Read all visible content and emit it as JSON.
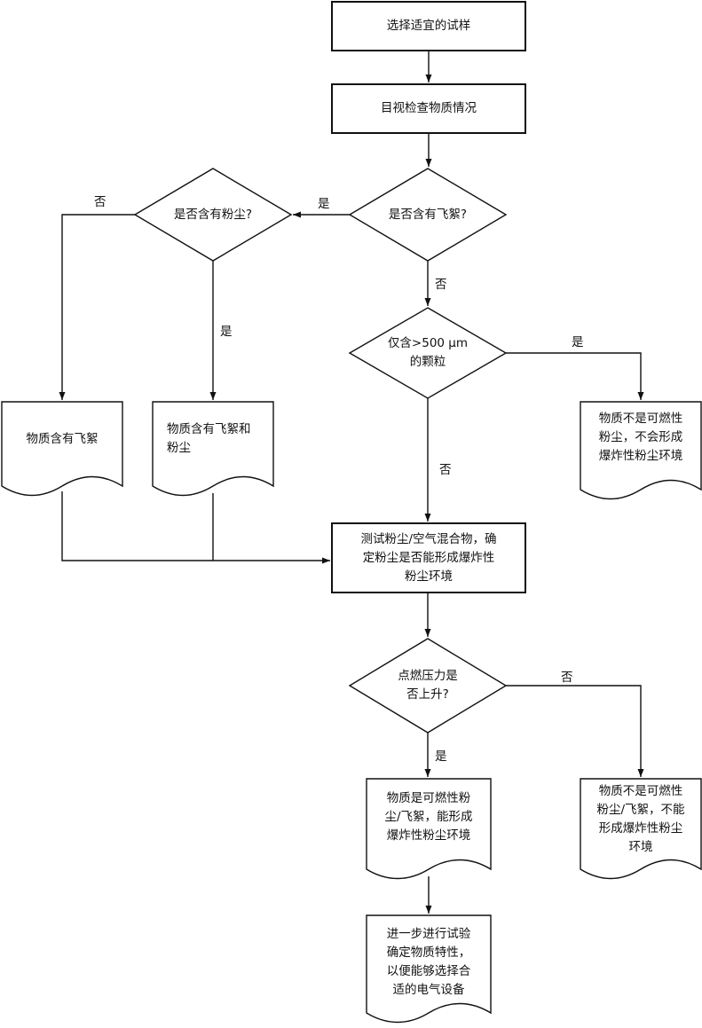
{
  "flow": {
    "select_sample": "选择适宜的试样",
    "visual_check": "目视检查物质情况",
    "q_fibers": "是否含有飞絮?",
    "q_dust": "是否含有粉尘?",
    "q_particles": "仅含>500 μm\n的颗粒",
    "out_fibers_only": "物质含有飞絮",
    "out_fibers_and_dust": "物质含有飞絮和\n粉尘",
    "out_not_combustible_1": "物质不是可燃性\n粉尘，不会形成\n爆炸性粉尘环境",
    "test_mixture": "测试粉尘/空气混合物，确\n定粉尘是否能形成爆炸性\n粉尘环境",
    "q_pressure": "点燃压力是\n否上升?",
    "out_combustible": "物质是可燃性粉\n尘/飞絮，能形成\n爆炸性粉尘环境",
    "out_not_combustible_2": "物质不是可燃性\n粉尘/飞絮，不能\n形成爆炸性粉尘\n环境",
    "further_test": "进一步进行试验\n确定物质特性，\n以便能够选择合\n适的电气设备"
  },
  "labels": {
    "yes": "是",
    "no": "否"
  }
}
